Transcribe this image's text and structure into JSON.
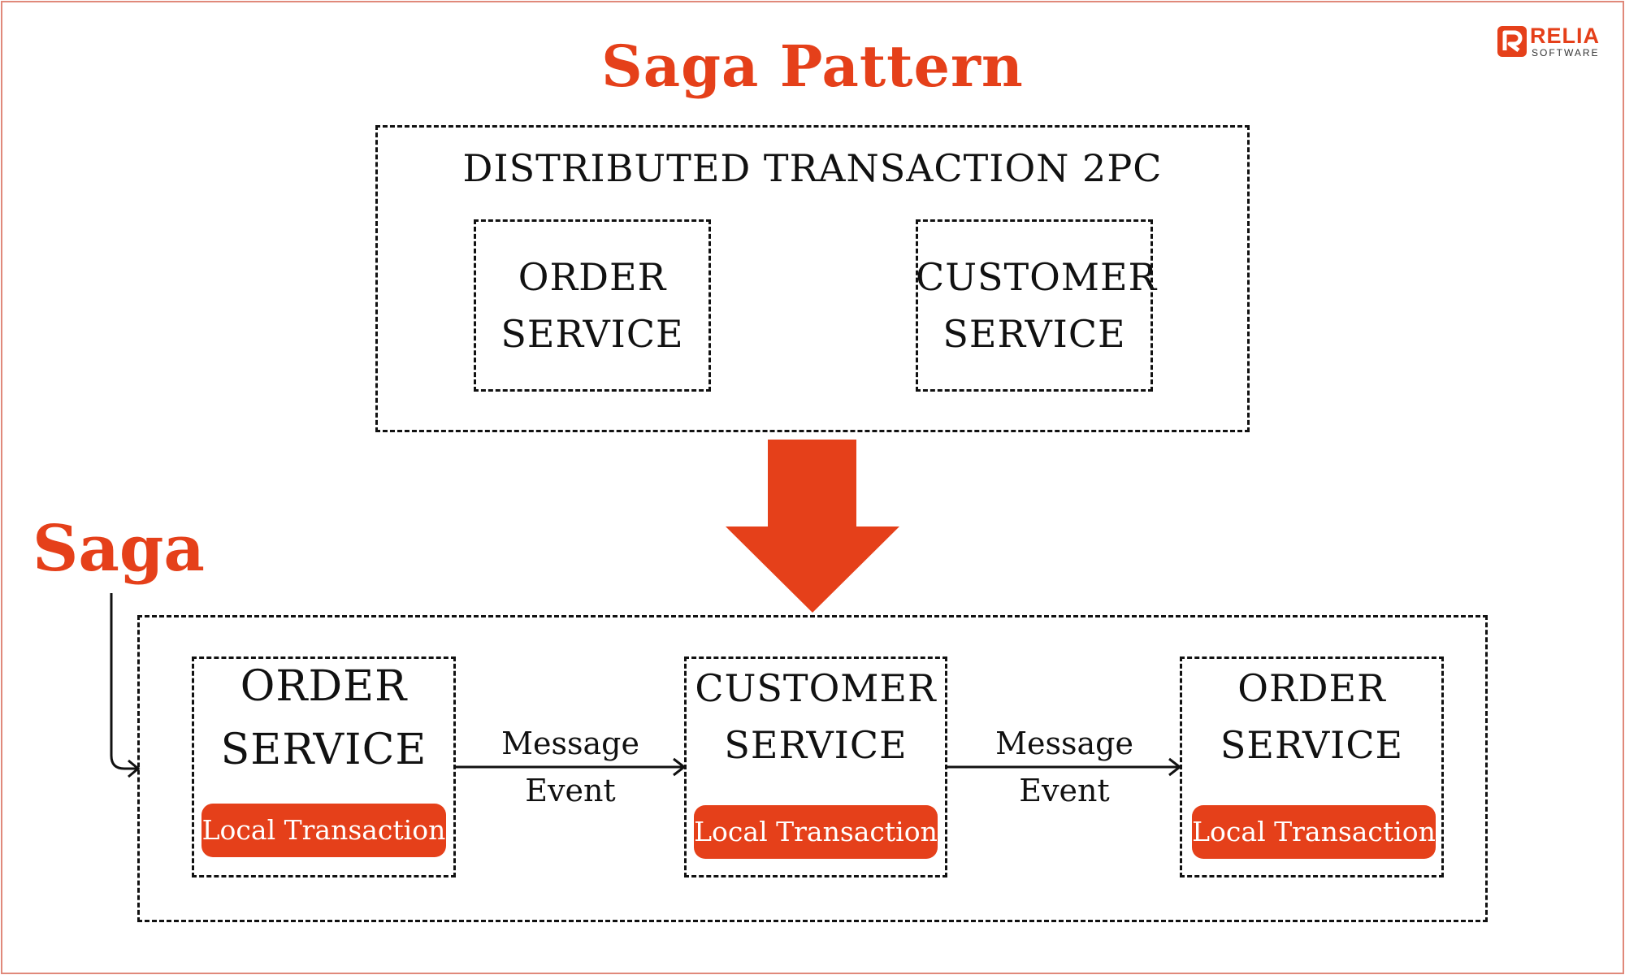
{
  "title": "Saga Pattern",
  "logo": {
    "name": "RELIA",
    "sub": "SOFTWARE"
  },
  "top_box": {
    "title": "DISTRIBUTED TRANSACTION  2PC",
    "services": [
      {
        "line1": "ORDER",
        "line2": "SERVICE"
      },
      {
        "line1": "CUSTOMER",
        "line2": "SERVICE"
      }
    ]
  },
  "saga_label": "Saga",
  "saga_box": {
    "services": [
      {
        "line1": "ORDER",
        "line2": "SERVICE",
        "badge": "Local Transaction"
      },
      {
        "line1": "CUSTOMER",
        "line2": "SERVICE",
        "badge": "Local Transaction"
      },
      {
        "line1": "ORDER",
        "line2": "SERVICE",
        "badge": "Local Transaction"
      }
    ],
    "messages": [
      {
        "line1": "Message",
        "line2": "Event"
      },
      {
        "line1": "Message",
        "line2": "Event"
      }
    ]
  },
  "colors": {
    "accent": "#e5401a",
    "border": "#e0897a",
    "ink": "#111111"
  }
}
